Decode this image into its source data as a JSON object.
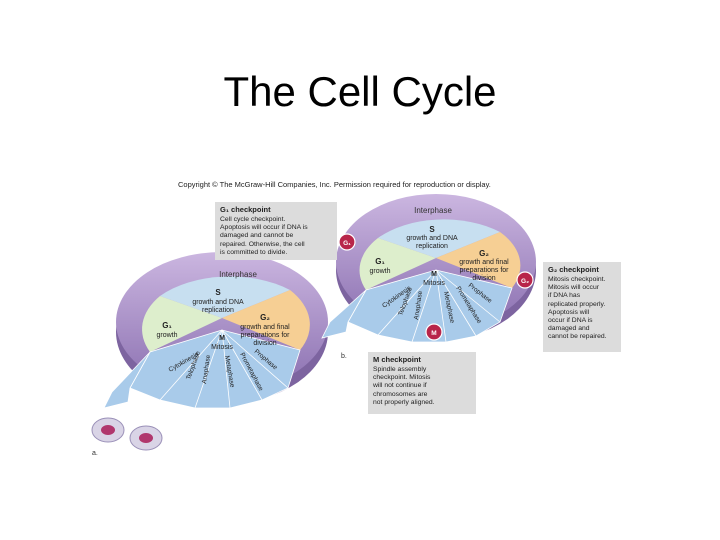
{
  "title": "The Cell Cycle",
  "copyright": "Copyright © The McGraw-Hill Companies, Inc. Permission required for reproduction or display.",
  "colors": {
    "ring": "#a88bc4",
    "ring_dark": "#7d64a0",
    "s_phase": "#c7dff0",
    "g1_phase": "#ddeecc",
    "g2_phase": "#f6cf94",
    "mitosis": "#a9cbea",
    "checkpoint": "#b8254a"
  },
  "diagram_a": {
    "panel_label": "a.",
    "interphase": "Interphase",
    "s_title": "S",
    "s_desc_1": "growth and DNA",
    "s_desc_2": "replication",
    "g1_title": "G₁",
    "g1_desc": "growth",
    "g2_title": "G₂",
    "g2_desc_1": "growth and final",
    "g2_desc_2": "preparations for",
    "g2_desc_3": "division",
    "m_label": "M",
    "mitosis": "Mitosis",
    "phases": [
      "Cytokinesis",
      "Telophase",
      "Anaphase",
      "Metaphase",
      "Prometaphase",
      "Prophase"
    ]
  },
  "diagram_b": {
    "panel_label": "b.",
    "interphase": "Interphase",
    "s_title": "S",
    "s_desc_1": "growth and DNA",
    "s_desc_2": "replication",
    "g1_title": "G₁",
    "g1_desc": "growth",
    "g2_title": "G₂",
    "g2_desc_1": "growth and final",
    "g2_desc_2": "preparations for",
    "g2_desc_3": "division",
    "m_label": "M",
    "mitosis": "Mitosis",
    "phases": [
      "Cytokinesis",
      "Telophase",
      "Anaphase",
      "Metaphase",
      "Prometaphase",
      "Prophase"
    ],
    "cp_g1": "G₁",
    "cp_g2": "G₂",
    "cp_m": "M"
  },
  "g1_checkpoint": {
    "heading": "G₁ checkpoint",
    "lines": [
      "Cell cycle checkpoint.",
      "Apoptosis will occur if DNA is",
      "damaged and cannot be",
      "repaired. Otherwise, the cell",
      "is committed to divide."
    ]
  },
  "g2_checkpoint": {
    "heading": "G₂ checkpoint",
    "lines": [
      "Mitosis checkpoint.",
      "Mitosis will occur",
      "if DNA has",
      "replicated properly.",
      "Apoptosis will",
      "occur if DNA is",
      "damaged and",
      "cannot be repaired."
    ]
  },
  "m_checkpoint": {
    "heading": "M checkpoint",
    "lines": [
      "Spindle assembly",
      "checkpoint. Mitosis",
      "will not continue if",
      "chromosomes are",
      "not properly aligned."
    ]
  }
}
